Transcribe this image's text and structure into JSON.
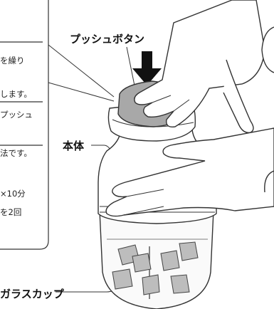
{
  "labels": {
    "push_button": "プッシュボタン",
    "body": "本体",
    "glass_cup": "ガラスカップ"
  },
  "instruction_fragments": [
    "を繰り",
    "します。",
    "プッシュ",
    "法です。",
    "×10分",
    "を2回"
  ],
  "colors": {
    "outline": "#333333",
    "button_fill": "#a8a8a8",
    "arrow": "#111111"
  }
}
